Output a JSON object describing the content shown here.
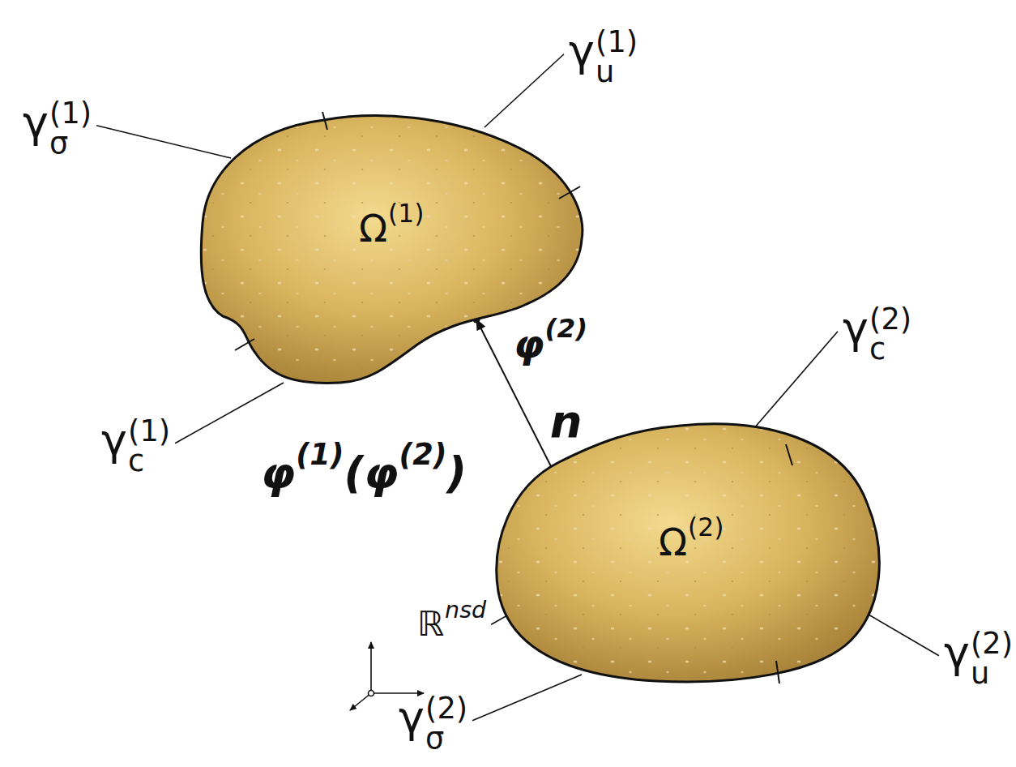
{
  "diagram": {
    "nodes": [
      {
        "text": [
          "Ω(1)"
        ]
      },
      {
        "text": [
          "Ω(2)"
        ]
      }
    ],
    "edges": [
      {
        "from": 1,
        "to": 0,
        "arrow": "to",
        "label": "n"
      }
    ],
    "labels": [
      "γu(1)",
      "γσ(1)",
      "φ(2)",
      "γc(1)",
      "φ(1)(φ(2))",
      "γc(2)",
      "ℝnsd",
      "γσ(2)",
      "γu(2)"
    ]
  }
}
